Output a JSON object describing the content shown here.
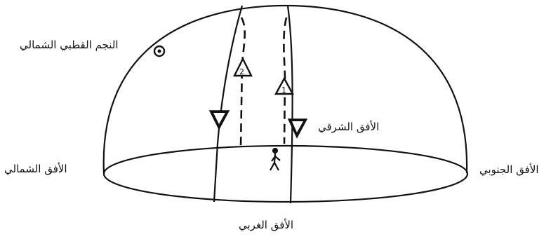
{
  "labels": {
    "north_star": "النجم القطبي الشمالي",
    "east_horizon": "الأفق الشرقي",
    "north_horizon": "الأفق الشمالي",
    "south_horizon": "الأفق الجنوبي",
    "west_horizon": "الأفق الغربي"
  },
  "arrow_numbers": [
    "2",
    "1"
  ],
  "colors": {
    "ink": "#111111",
    "background": "#ffffff"
  },
  "icons": [
    "north-star-symbol",
    "observer-figure"
  ]
}
